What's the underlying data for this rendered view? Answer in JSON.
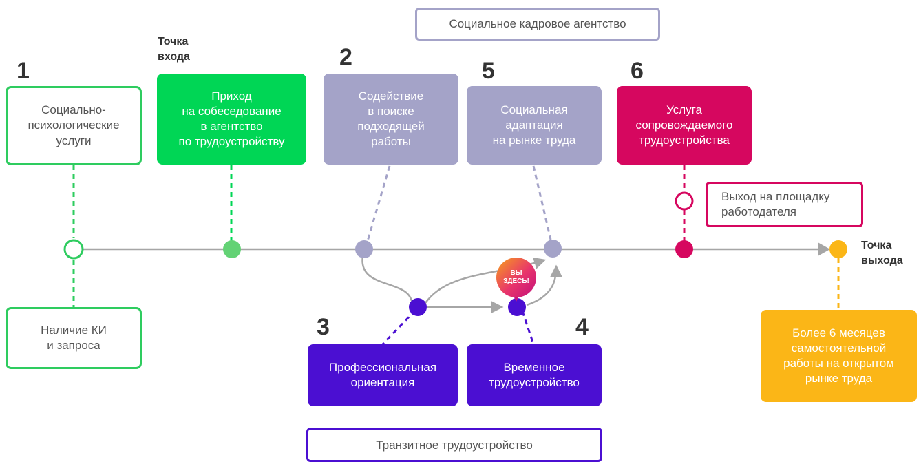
{
  "colors": {
    "green_outline": "#2ecc5f",
    "green": "#00d655",
    "lavender": "#a4a3c8",
    "purple": "#4b0fd2",
    "crimson": "#d6075f",
    "amber": "#fbb617",
    "axis": "#a6a6a6"
  },
  "header": {
    "agency_label": "Социальное кадровое агентство"
  },
  "footer": {
    "transit_label": "Транзитное трудоустройство"
  },
  "entry": {
    "label": "Точка\nвхода",
    "box_text": "Приход\nна собеседование\nв агентство\nпо трудоустройству"
  },
  "exit": {
    "label": "Точка\nвыхода",
    "box_text": "Более 6 месяцев\nсамостоятельной\nработы на открытом\nрынке труда"
  },
  "steps": [
    {
      "number": "1",
      "text": "Социально-\nпсихологические\nуслуги"
    },
    {
      "number": "2",
      "text": "Содействие\nв поиске\nподходящей\nработы"
    },
    {
      "number": "3",
      "text": "Профессиональная\nориентация"
    },
    {
      "number": "4",
      "text": "Временное\nтрудоустройство"
    },
    {
      "number": "5",
      "text": "Социальная\nадаптация\nна рынке труда"
    },
    {
      "number": "6",
      "text": "Услуга\nсопровождаемого\nтрудоустройства"
    }
  ],
  "prerequisite": "Наличие КИ\nи запроса",
  "employer_exit": "Выход на площадку\nработодателя",
  "marker": {
    "text": "ВЫ\nЗДЕСЬ!"
  }
}
